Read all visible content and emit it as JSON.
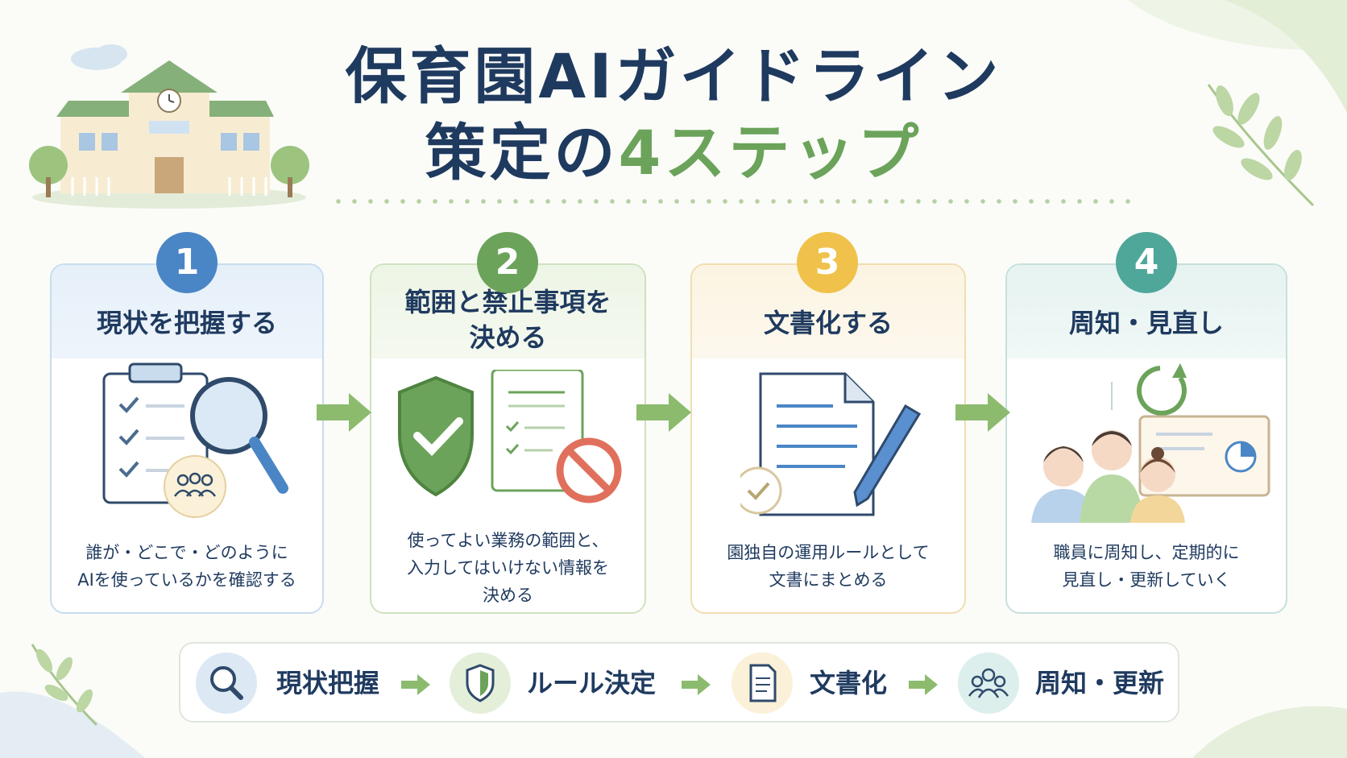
{
  "title": {
    "line1": "保育園AIガイドライン",
    "line2_prefix": "策定の",
    "line2_number": "4",
    "line2_suffix": "ステップ"
  },
  "steps": [
    {
      "number": "1",
      "title": "現状を把握する",
      "description": "誰が・どこで・どのように\nAIを使っているかを確認する",
      "color": "#4a86c5"
    },
    {
      "number": "2",
      "title": "範囲と禁止事項を\n決める",
      "description": "使ってよい業務の範囲と、\n入力してはいけない情報を\n決める",
      "color": "#6ba35a"
    },
    {
      "number": "3",
      "title": "文書化する",
      "description": "園独自の運用ルールとして\n文書にまとめる",
      "color": "#f0c24b"
    },
    {
      "number": "4",
      "title": "周知・見直し",
      "description": "職員に周知し、定期的に\n見直し・更新していく",
      "color": "#4fa79a"
    }
  ],
  "summary": [
    {
      "label": "現状把握",
      "icon": "magnifier-icon"
    },
    {
      "label": "ルール決定",
      "icon": "shield-icon"
    },
    {
      "label": "文書化",
      "icon": "document-icon"
    },
    {
      "label": "周知・更新",
      "icon": "people-icon"
    }
  ]
}
